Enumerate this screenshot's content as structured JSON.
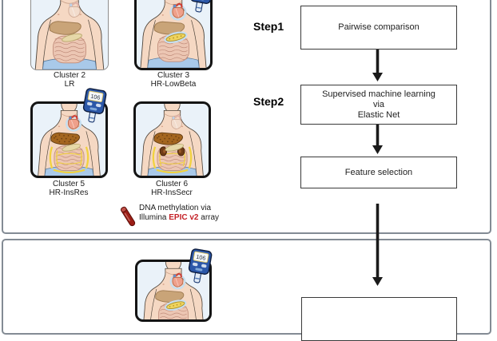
{
  "meter": {
    "value": "106"
  },
  "top_panel": {
    "clusters": [
      {
        "key": "cluster-2",
        "label_line1": "Cluster 2",
        "label_line2": "LR",
        "border": "thin",
        "organs": {
          "heart": "muted",
          "liver": "muted",
          "pancreas": "muted",
          "kidneys": false,
          "fat": false
        }
      },
      {
        "key": "cluster-3",
        "label_line1": "Cluster 3",
        "label_line2": "HR-LowBeta",
        "border": "thick",
        "organs": {
          "heart": "highlight",
          "liver": "muted",
          "pancreas": "highlight",
          "kidneys": false,
          "fat": false
        }
      },
      {
        "key": "cluster-5",
        "label_line1": "Cluster 5",
        "label_line2": "HR-InsRes",
        "border": "thick",
        "organs": {
          "heart": "highlight",
          "liver": "highlight",
          "pancreas": "muted",
          "kidneys": false,
          "fat": true
        }
      },
      {
        "key": "cluster-6",
        "label_line1": "Cluster 6",
        "label_line2": "HR-InsSecr",
        "border": "thick",
        "organs": {
          "heart": "muted",
          "liver": "highlight",
          "pancreas": "muted",
          "kidneys": true,
          "fat": true
        }
      }
    ],
    "dna_note": {
      "icon": "blood-tube-icon",
      "line1": "DNA methylation via",
      "line2_prefix": "Illumina ",
      "line2_highlight": "EPIC v2",
      "line2_suffix": " array"
    },
    "flowchart": {
      "step1_label": "Step1",
      "step2_label": "Step2",
      "box1_label": "Pairwise comparison",
      "box2_line1": "Supervised machine learning",
      "box2_line2": "via",
      "box2_line3": "Elastic Net",
      "box3_label": "Feature selection"
    }
  },
  "bottom_panel": {
    "body": {
      "organs": {
        "heart": "highlight",
        "liver": "muted",
        "pancreas": "highlight",
        "kidneys": false,
        "fat": false
      },
      "meter": true
    }
  },
  "colors": {
    "panel_border": "#838b94",
    "box_border_thick": "#141414",
    "box_border_thin": "#8e8e8e",
    "body_background": "#eaf2f9",
    "accent_red": "#c42127",
    "arrow": "#1a1a1a",
    "meter_blue": "#2b57a8"
  }
}
